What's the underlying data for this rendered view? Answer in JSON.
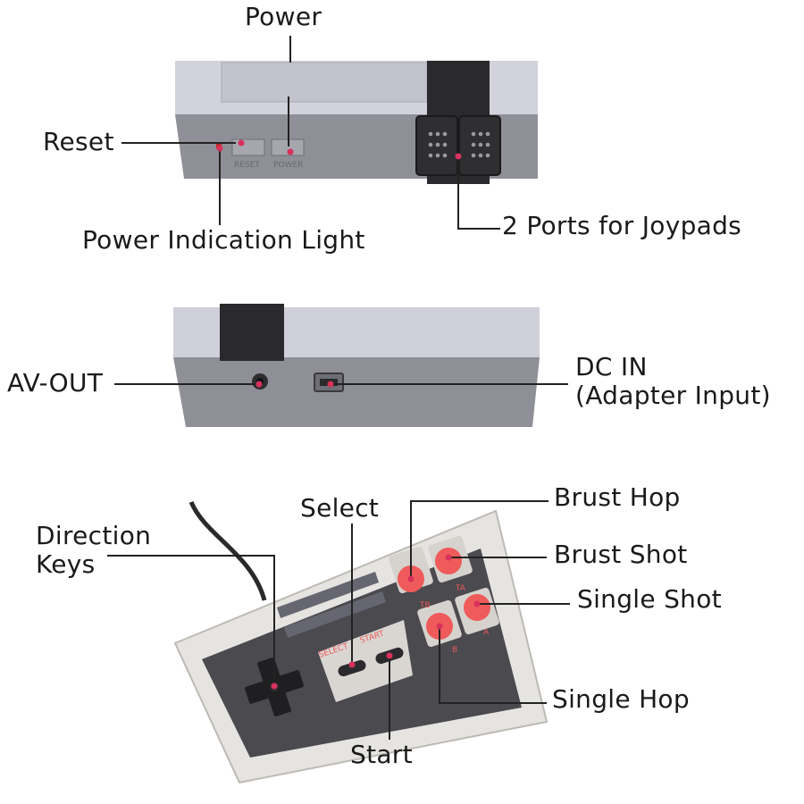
{
  "callouts": {
    "power": "Power",
    "reset": "Reset",
    "power_light": "Power Indication Light",
    "joypad_ports": "2 Ports for Joypads",
    "av_out": "AV-OUT",
    "dc_in_line1": "DC IN",
    "dc_in_line2": "(Adapter Input)",
    "direction_line1": "Direction",
    "direction_line2": "Keys",
    "select": "Select",
    "start": "Start",
    "brust_hop": "Brust Hop",
    "brust_shot": "Brust Shot",
    "single_shot": "Single Shot",
    "single_hop": "Single Hop"
  },
  "console_front_labels": {
    "reset_button": "RESET",
    "power_button": "POWER"
  },
  "controller_labels": {
    "select": "SELECT",
    "start": "START",
    "tb": "TB",
    "ta": "TA",
    "b": "B",
    "a": "A"
  },
  "colors": {
    "console_top": "#c9c9d3",
    "console_body": "#8e8e96",
    "port_block": "#2b2b2d",
    "controller_shell": "#e6e4e1",
    "controller_face": "#4a4a4f",
    "action_button": "#ef5a5a",
    "callout_line": "#222222",
    "pointer_dot": "#d8315b"
  }
}
